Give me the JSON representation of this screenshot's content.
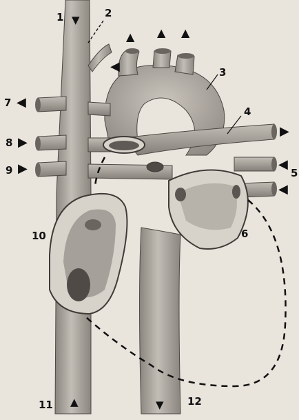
{
  "figure": {
    "labels": [
      "1",
      "2",
      "3",
      "4",
      "5",
      "6",
      "7",
      "8",
      "9",
      "10",
      "11",
      "12"
    ],
    "colors": {
      "background": "#e9e4dc",
      "vessel_fill": "#a8a39c",
      "vessel_shade": "#7f7a73",
      "vessel_light": "#cfcac2",
      "lumen": "#5f5a55",
      "ink": "#111111"
    },
    "arrows": [
      {
        "id": "top-1",
        "direction": "down"
      },
      {
        "id": "top-2",
        "direction": "left"
      },
      {
        "id": "top-3",
        "direction": "up"
      },
      {
        "id": "top-4",
        "direction": "up"
      },
      {
        "id": "top-5",
        "direction": "up"
      },
      {
        "id": "left-7",
        "direction": "left"
      },
      {
        "id": "left-8",
        "direction": "right"
      },
      {
        "id": "left-9",
        "direction": "right"
      },
      {
        "id": "right-a",
        "direction": "right"
      },
      {
        "id": "right-b",
        "direction": "left"
      },
      {
        "id": "right-c",
        "direction": "left"
      },
      {
        "id": "bottom-11",
        "direction": "up"
      },
      {
        "id": "bottom-12",
        "direction": "down"
      }
    ]
  }
}
